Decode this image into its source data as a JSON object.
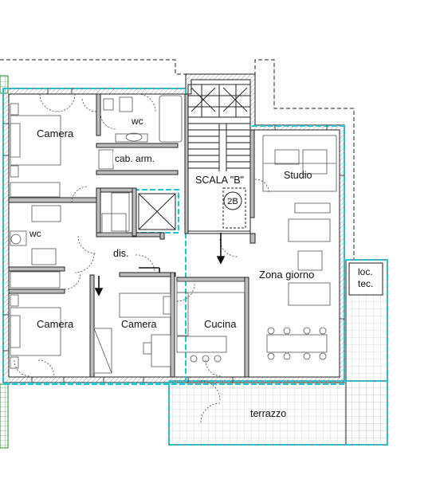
{
  "plan": {
    "colors": {
      "wall": "#222222",
      "hatch": "#9a9a9a",
      "cyan": "#19c9d2",
      "green": "#2a8a2a",
      "furniture": "#555555"
    },
    "rooms": {
      "camera_top": "Camera",
      "wc_top": "wc",
      "cab_arm": "cab. arm.",
      "scala": "SCALA \"B\"",
      "stair_badge": "2B",
      "studio": "Studio",
      "wc_left": "wc",
      "dis": "dis.",
      "zona_giorno": "Zona giorno",
      "loc": "loc.",
      "tec": "tec.",
      "camera_bottom": "Camera",
      "camera_mid": "Camera",
      "cucina": "Cucina",
      "terrazzo": "terrazzo"
    }
  }
}
